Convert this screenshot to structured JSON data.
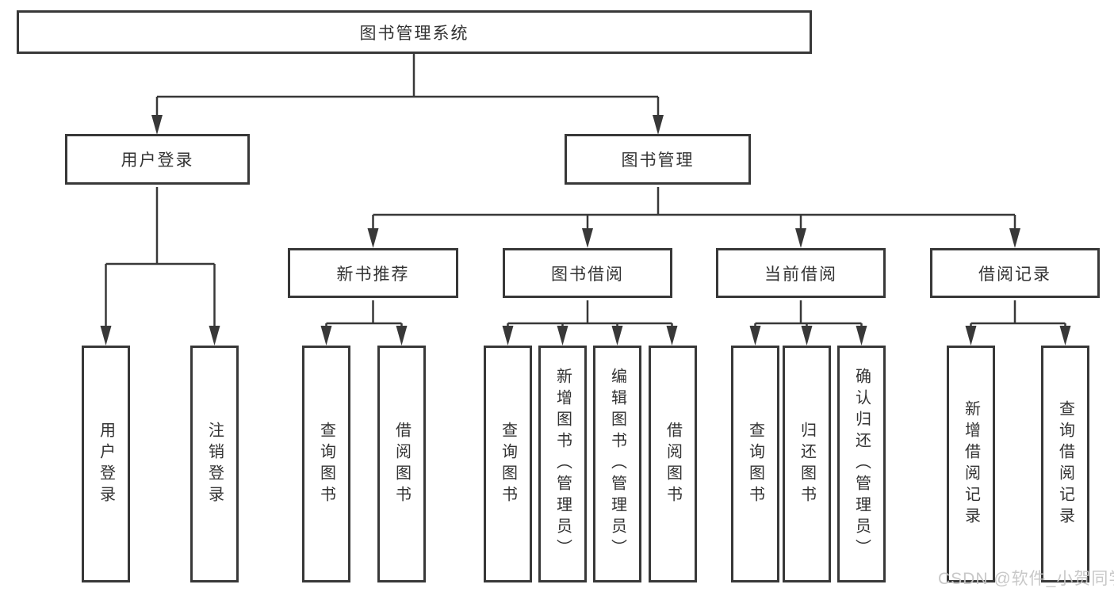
{
  "diagram": {
    "type": "hierarchy-tree",
    "root": {
      "label": "图书管理系统",
      "children": [
        {
          "label": "用户登录",
          "children": [
            {
              "label": "用户登录"
            },
            {
              "label": "注销登录"
            }
          ]
        },
        {
          "label": "图书管理",
          "children": [
            {
              "label": "新书推荐",
              "children": [
                {
                  "label": "查询图书"
                },
                {
                  "label": "借阅图书"
                }
              ]
            },
            {
              "label": "图书借阅",
              "children": [
                {
                  "label": "查询图书"
                },
                {
                  "label": "新增图书（管理员）"
                },
                {
                  "label": "编辑图书（管理员）"
                },
                {
                  "label": "借阅图书"
                }
              ]
            },
            {
              "label": "当前借阅",
              "children": [
                {
                  "label": "查询图书"
                },
                {
                  "label": "归还图书"
                },
                {
                  "label": "确认归还（管理员）"
                }
              ]
            },
            {
              "label": "借阅记录",
              "children": [
                {
                  "label": "新增借阅记录"
                },
                {
                  "label": "查询借阅记录"
                }
              ]
            }
          ]
        }
      ]
    },
    "watermark": "CSDN @软件_小贺同学",
    "colors": {
      "line_and_border": "#383838",
      "node_text": "#333333",
      "background": "#ffffff",
      "watermark_text": "#c5c5c5"
    }
  }
}
